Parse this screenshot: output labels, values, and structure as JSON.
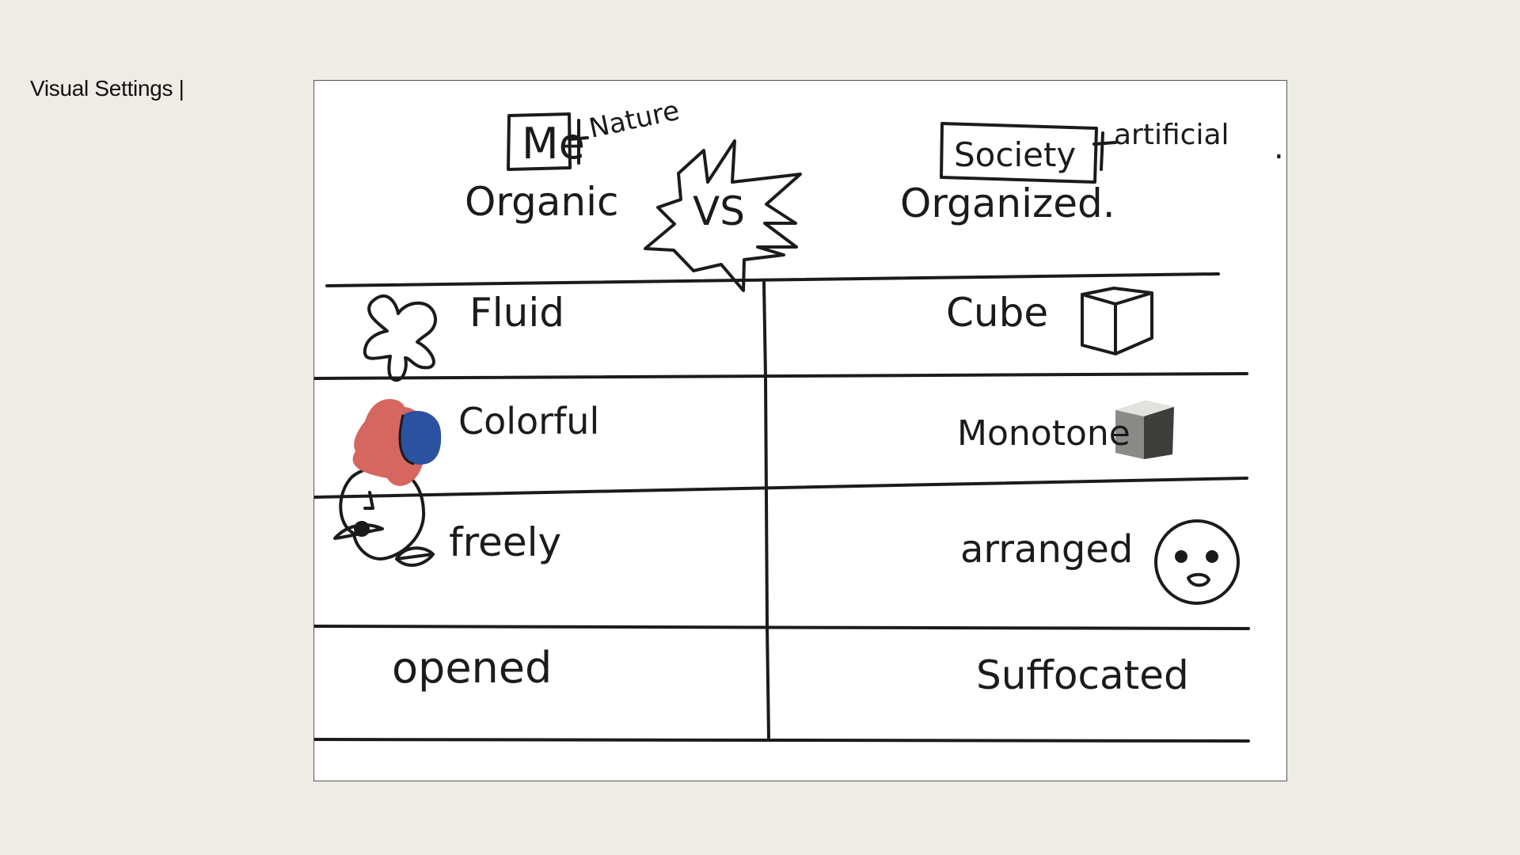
{
  "page": {
    "title": "Visual Settings |"
  },
  "board": {
    "left": {
      "tag": "Me",
      "tag_note": "Nature",
      "heading": "Organic"
    },
    "versus": "VS",
    "right": {
      "tag": "Society",
      "tag_note": "artificial",
      "tag_note_dot": ".",
      "heading": "Organized."
    },
    "rows": [
      {
        "left": "Fluid",
        "right": "Cube"
      },
      {
        "left": "Colorful",
        "right": "Monotone"
      },
      {
        "left": "freely",
        "right": "arranged"
      },
      {
        "left": "opened",
        "right": "Suffocated"
      }
    ],
    "icons": [
      {
        "row": 0,
        "left_icon": "blob-star-icon",
        "right_icon": "cube-icon"
      },
      {
        "row": 1,
        "left_icon": "color-blobs-icon",
        "right_icon": "gray-block-icon"
      },
      {
        "row": 2,
        "left_icon": "abstract-face-icon",
        "right_icon": "round-face-icon"
      }
    ],
    "colors": {
      "blob_red": "#d56660",
      "blob_blue": "#2a52a0",
      "block_gray": "#8a8a86",
      "ink": "#1b1b1b"
    }
  }
}
